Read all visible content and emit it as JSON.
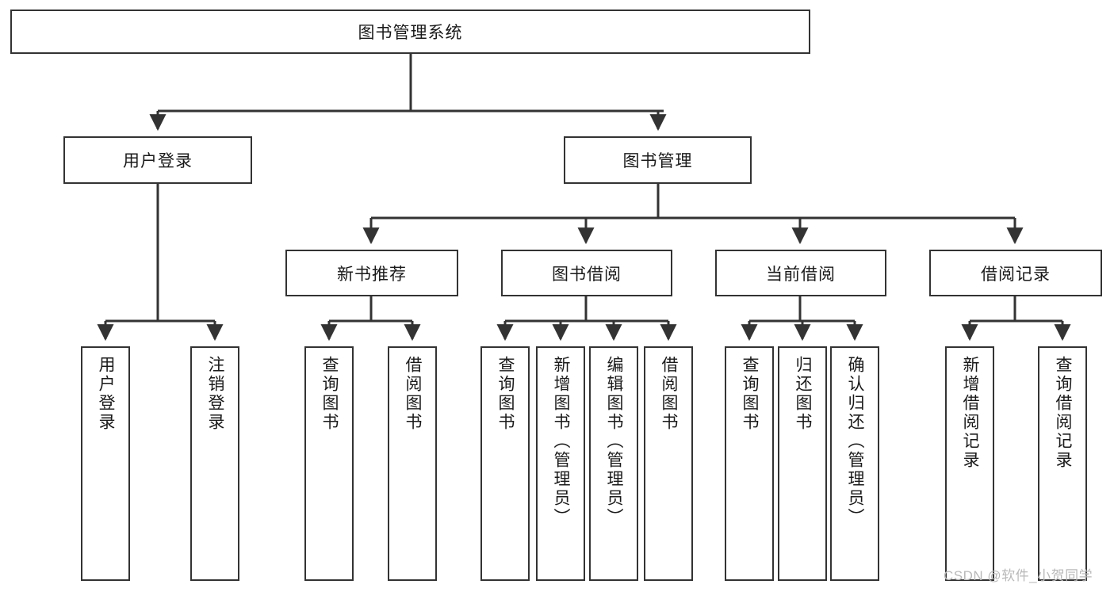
{
  "diagram": {
    "type": "tree",
    "title": "图书管理系统",
    "style": {
      "line_color": "#333333",
      "box_border_color": "#333333",
      "box_fill": "#ffffff",
      "background": "#ffffff",
      "text_color": "#1a1a1a"
    },
    "levels": [
      {
        "level": 1,
        "nodes": [
          {
            "id": "root",
            "label": "图书管理系统",
            "orientation": "horizontal"
          }
        ]
      },
      {
        "level": 2,
        "nodes": [
          {
            "id": "login",
            "label": "用户登录",
            "orientation": "horizontal",
            "parent": "root"
          },
          {
            "id": "bookmgmt",
            "label": "图书管理",
            "orientation": "horizontal",
            "parent": "root"
          }
        ]
      },
      {
        "level": 3,
        "nodes": [
          {
            "id": "newbook",
            "label": "新书推荐",
            "orientation": "horizontal",
            "parent": "bookmgmt"
          },
          {
            "id": "borrow",
            "label": "图书借阅",
            "orientation": "horizontal",
            "parent": "bookmgmt"
          },
          {
            "id": "current",
            "label": "当前借阅",
            "orientation": "horizontal",
            "parent": "bookmgmt"
          },
          {
            "id": "records",
            "label": "借阅记录",
            "orientation": "horizontal",
            "parent": "bookmgmt"
          }
        ]
      },
      {
        "level": 4,
        "nodes": [
          {
            "id": "leaf1",
            "label": "用户登录",
            "orientation": "vertical",
            "parent": "login"
          },
          {
            "id": "leaf2",
            "label": "注销登录",
            "orientation": "vertical",
            "parent": "login"
          },
          {
            "id": "leaf3",
            "label": "查询图书",
            "orientation": "vertical",
            "parent": "newbook"
          },
          {
            "id": "leaf4",
            "label": "借阅图书",
            "orientation": "vertical",
            "parent": "newbook"
          },
          {
            "id": "leaf5",
            "label": "查询图书",
            "orientation": "vertical",
            "parent": "borrow"
          },
          {
            "id": "leaf6",
            "label": "新增图书（管理员）",
            "orientation": "vertical",
            "parent": "borrow"
          },
          {
            "id": "leaf7",
            "label": "编辑图书（管理员）",
            "orientation": "vertical",
            "parent": "borrow"
          },
          {
            "id": "leaf8",
            "label": "借阅图书",
            "orientation": "vertical",
            "parent": "borrow"
          },
          {
            "id": "leaf9",
            "label": "查询图书",
            "orientation": "vertical",
            "parent": "current"
          },
          {
            "id": "leaf10",
            "label": "归还图书",
            "orientation": "vertical",
            "parent": "current"
          },
          {
            "id": "leaf11",
            "label": "确认归还（管理员）",
            "orientation": "vertical",
            "parent": "current"
          },
          {
            "id": "leaf12",
            "label": "新增借阅记录",
            "orientation": "vertical",
            "parent": "records"
          },
          {
            "id": "leaf13",
            "label": "查询借阅记录",
            "orientation": "vertical",
            "parent": "records"
          }
        ]
      }
    ]
  },
  "watermark": {
    "text": "CSDN @软件_小贺同学"
  }
}
